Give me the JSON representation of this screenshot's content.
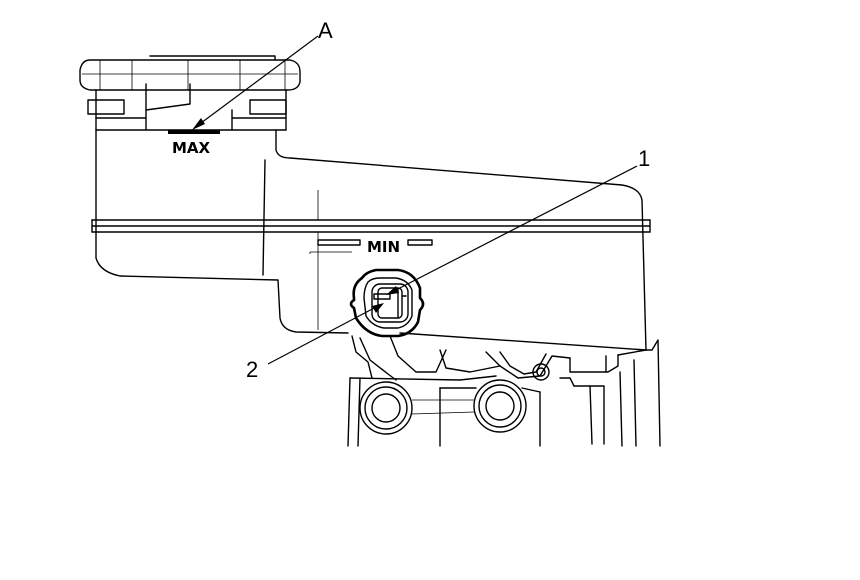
{
  "diagram": {
    "callouts": {
      "a": "A",
      "one": "1",
      "two": "2"
    },
    "level_marks": {
      "max": "MAX",
      "min": "MIN"
    },
    "colors": {
      "line": "#000000",
      "background": "#ffffff"
    }
  }
}
